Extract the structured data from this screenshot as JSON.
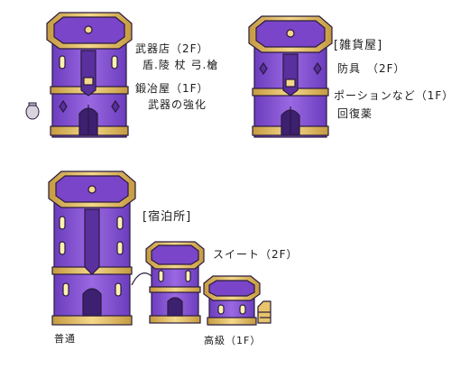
{
  "weapon_shop": {
    "line1": "武器店（2F）",
    "line2": "盾.陵 杖 弓.槍",
    "line3": "鍛冶屋（1F）",
    "line4": "武器の強化"
  },
  "general_store": {
    "title": "[雑貨屋]",
    "line1": "防具　（2F）",
    "line2": "ポーションなど（1F）",
    "line3": "回復薬"
  },
  "inn": {
    "title": "[宿泊所]",
    "suite": "スイート（2F）",
    "normal": "普通",
    "deluxe": "高級（1F）"
  },
  "colors": {
    "purple": "#8a57d6",
    "purple_dark": "#5a2f9e",
    "purple_light": "#b48cf0",
    "gold": "#e8c46a",
    "gold_dark": "#b8923a",
    "outline": "#2a1a3e",
    "window": "#fff2b0"
  }
}
